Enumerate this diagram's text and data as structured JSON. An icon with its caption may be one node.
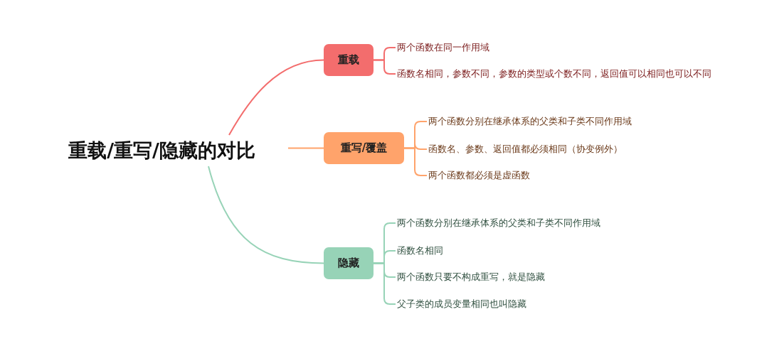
{
  "diagram": {
    "nodes": [
      {
        "text": [
          "重载/重写/隐藏的对比"
        ]
      },
      {
        "text": [
          "重载"
        ]
      },
      {
        "text": [
          "两个函数在同一作用域"
        ]
      },
      {
        "text": [
          "函数名相同，参数不同，参数的类型或个数不同，返回值可以相同也可以不同"
        ]
      },
      {
        "text": [
          "重写/覆盖"
        ]
      },
      {
        "text": [
          "两个函数分别在继承体系的父类和子类不同作用域"
        ]
      },
      {
        "text": [
          "函数名、参数、返回值都必须相同（协变例外）"
        ]
      },
      {
        "text": [
          "两个函数都必须是虚函数"
        ]
      },
      {
        "text": [
          "隐藏"
        ]
      },
      {
        "text": [
          "两个函数分别在继承体系的父类和子类不同作用域"
        ]
      },
      {
        "text": [
          "函数名相同"
        ]
      },
      {
        "text": [
          "两个函数只要不构成重写，就是隐藏"
        ]
      },
      {
        "text": [
          "父子类的成员变量相同也叫隐藏"
        ]
      }
    ],
    "edges": [
      {
        "from": 0,
        "to": 1,
        "arrow": "none",
        "color": "#f36d6d"
      },
      {
        "from": 1,
        "to": 2,
        "arrow": "none",
        "color": "#f36d6d"
      },
      {
        "from": 1,
        "to": 3,
        "arrow": "none",
        "color": "#f36d6d"
      },
      {
        "from": 0,
        "to": 4,
        "arrow": "none",
        "color": "#ffa36b"
      },
      {
        "from": 4,
        "to": 5,
        "arrow": "none",
        "color": "#ffa36b"
      },
      {
        "from": 4,
        "to": 6,
        "arrow": "none",
        "color": "#ffa36b"
      },
      {
        "from": 4,
        "to": 7,
        "arrow": "none",
        "color": "#ffa36b"
      },
      {
        "from": 0,
        "to": 8,
        "arrow": "none",
        "color": "#97d3b7"
      },
      {
        "from": 8,
        "to": 9,
        "arrow": "none",
        "color": "#97d3b7"
      },
      {
        "from": 8,
        "to": 10,
        "arrow": "none",
        "color": "#97d3b7"
      },
      {
        "from": 8,
        "to": 11,
        "arrow": "none",
        "color": "#97d3b7"
      },
      {
        "from": 8,
        "to": 12,
        "arrow": "none",
        "color": "#97d3b7"
      }
    ]
  }
}
